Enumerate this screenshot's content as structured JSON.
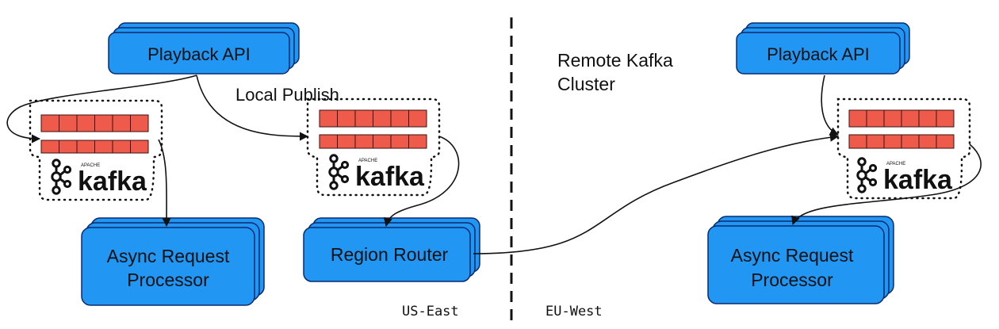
{
  "colors": {
    "box_fill": "#2196f3",
    "box_stroke": "#0a2a6e",
    "partition_fill": "#ef5b4b",
    "partition_stroke": "#3a1010",
    "line": "#111111"
  },
  "us_east": {
    "playback_api": "Playback API",
    "local_publish_label": "Local Publish",
    "async_request_processor_line1": "Async Request",
    "async_request_processor_line2": "Processor",
    "region_router": "Region Router",
    "region_label": "US-East"
  },
  "eu_west": {
    "remote_kafka_line1": "Remote Kafka",
    "remote_kafka_line2": "Cluster",
    "playback_api": "Playback API",
    "async_request_processor_line1": "Async Request",
    "async_request_processor_line2": "Processor",
    "region_label": "EU-West"
  },
  "kafka_logo": {
    "wordmark": "kafka",
    "apache": "APACHE"
  }
}
